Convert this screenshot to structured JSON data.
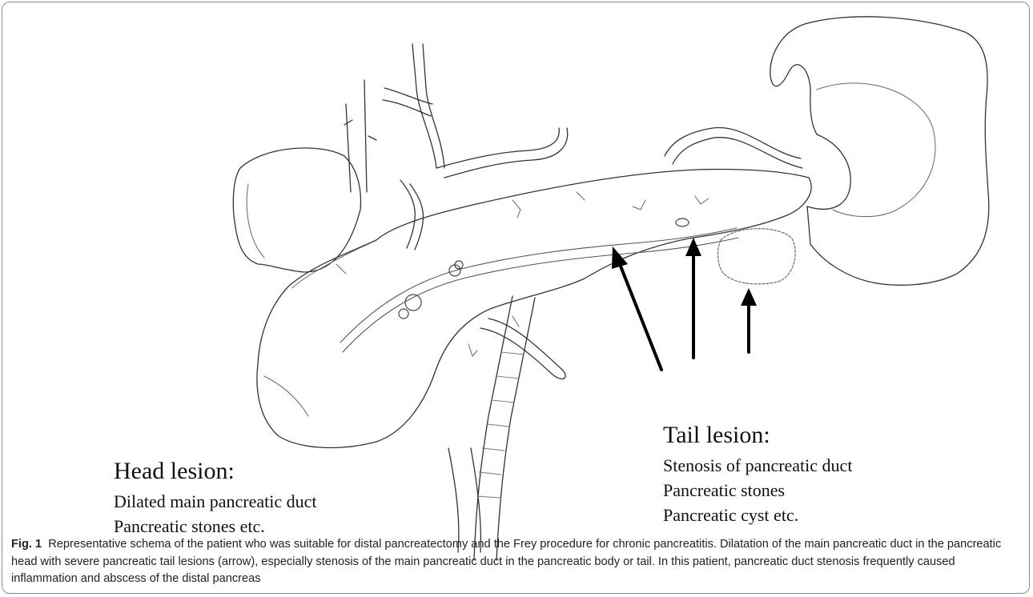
{
  "figure": {
    "head_lesion": {
      "title": "Head lesion:",
      "items": [
        "Dilated main pancreatic duct",
        "Pancreatic stones   etc."
      ]
    },
    "tail_lesion": {
      "title": "Tail lesion:",
      "items": [
        "Stenosis of pancreatic duct",
        "Pancreatic stones",
        "Pancreatic cyst   etc."
      ]
    }
  },
  "caption": {
    "label": "Fig. 1",
    "text": "Representative schema of the patient who was suitable for distal pancreatectomy and the Frey procedure for chronic pancreatitis. Dilatation of the main pancreatic duct in the pancreatic head with severe pancreatic tail lesions (arrow), especially stenosis of the main pancreatic duct in the pancreatic body or tail. In this patient, pancreatic duct stenosis frequently caused inflammation and abscess of the distal pancreas"
  }
}
